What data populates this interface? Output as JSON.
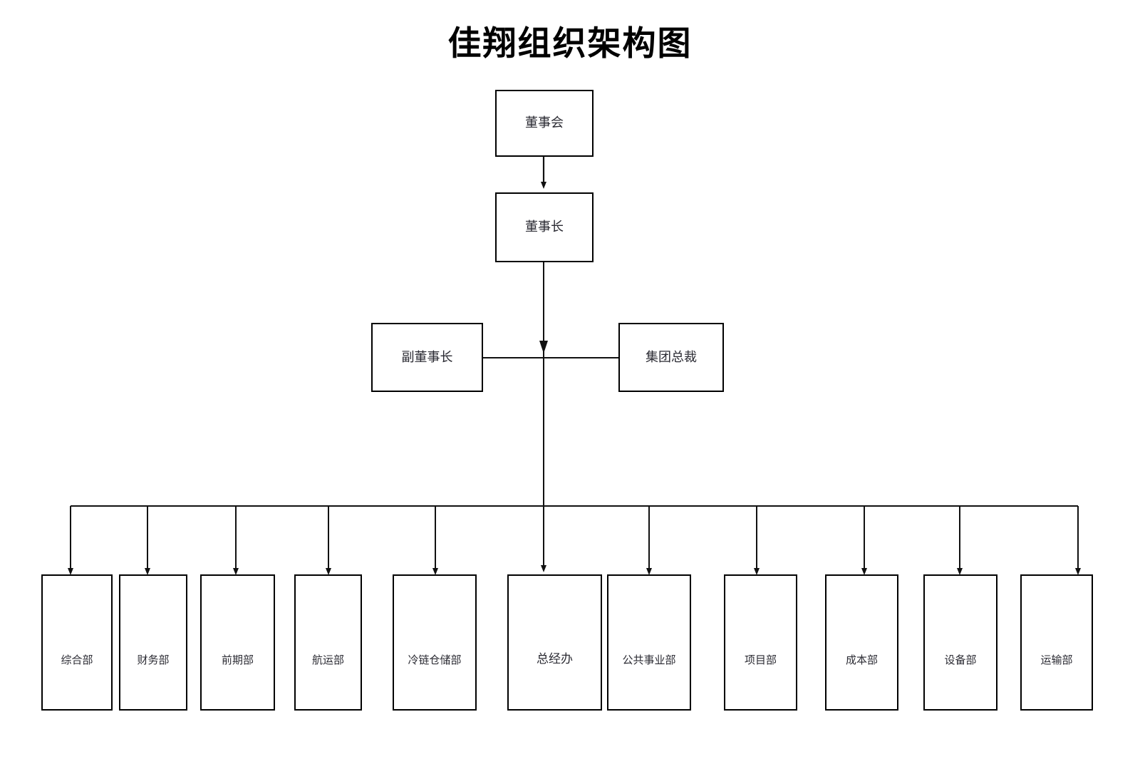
{
  "title": "佳翔组织架构图",
  "colors": {
    "background": "#ffffff",
    "box_border": "#000000",
    "connector": "#1a1a1a",
    "title_text": "#000000",
    "node_text": "#2b2b33"
  },
  "chart_data": {
    "type": "diagram",
    "title": "佳翔组织架构图",
    "diagram_kind": "organization-chart",
    "orientation": "top-down",
    "levels": [
      {
        "level": 1,
        "nodes": [
          {
            "id": "board",
            "label": "董事会"
          }
        ]
      },
      {
        "level": 2,
        "nodes": [
          {
            "id": "chairman",
            "label": "董事长"
          }
        ]
      },
      {
        "level": 3,
        "nodes": [
          {
            "id": "vice-chairman",
            "label": "副董事长"
          },
          {
            "id": "group-president",
            "label": "集团总裁"
          }
        ]
      },
      {
        "level": 4,
        "nodes": [
          {
            "id": "general-affairs",
            "label": "综合部"
          },
          {
            "id": "finance",
            "label": "财务部"
          },
          {
            "id": "preliminary",
            "label": "前期部"
          },
          {
            "id": "shipping",
            "label": "航运部"
          },
          {
            "id": "cold-chain-warehouse",
            "label": "冷链仓储部"
          },
          {
            "id": "general-manager-office",
            "label": "总经办"
          },
          {
            "id": "public-utilities",
            "label": "公共事业部"
          },
          {
            "id": "project",
            "label": "项目部"
          },
          {
            "id": "cost",
            "label": "成本部"
          },
          {
            "id": "equipment",
            "label": "设备部"
          },
          {
            "id": "transport",
            "label": "运输部"
          }
        ]
      }
    ],
    "edges": [
      {
        "from": "board",
        "to": "chairman",
        "arrow": true
      },
      {
        "from": "chairman",
        "to": "general-manager-office",
        "arrow": true
      },
      {
        "from": "vice-chairman",
        "to": "chairman-axis",
        "arrow": false
      },
      {
        "from": "group-president",
        "to": "chairman-axis",
        "arrow": false
      },
      {
        "from": "chairman",
        "to": "general-affairs",
        "arrow": true
      },
      {
        "from": "chairman",
        "to": "finance",
        "arrow": true
      },
      {
        "from": "chairman",
        "to": "preliminary",
        "arrow": true
      },
      {
        "from": "chairman",
        "to": "shipping",
        "arrow": true
      },
      {
        "from": "chairman",
        "to": "cold-chain-warehouse",
        "arrow": true
      },
      {
        "from": "chairman",
        "to": "public-utilities",
        "arrow": true
      },
      {
        "from": "chairman",
        "to": "project",
        "arrow": true
      },
      {
        "from": "chairman",
        "to": "cost",
        "arrow": true
      },
      {
        "from": "chairman",
        "to": "equipment",
        "arrow": true
      },
      {
        "from": "chairman",
        "to": "transport",
        "arrow": true
      }
    ]
  },
  "nodes": {
    "board": {
      "label": "董事会"
    },
    "chairman": {
      "label": "董事长"
    },
    "vice_chairman": {
      "label": "副董事长"
    },
    "group_president": {
      "label": "集团总裁"
    },
    "departments": [
      {
        "label": "综合部"
      },
      {
        "label": "财务部"
      },
      {
        "label": "前期部"
      },
      {
        "label": "航运部"
      },
      {
        "label": "冷链仓储部"
      },
      {
        "label": "总经办"
      },
      {
        "label": "公共事业部"
      },
      {
        "label": "项目部"
      },
      {
        "label": "成本部"
      },
      {
        "label": "设备部"
      },
      {
        "label": "运输部"
      }
    ]
  }
}
